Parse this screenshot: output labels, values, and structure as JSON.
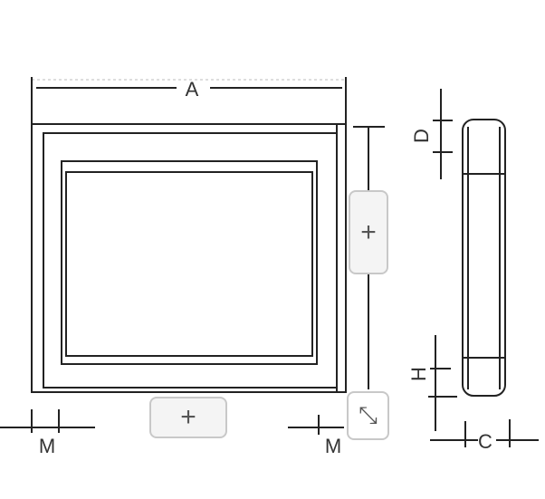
{
  "labels": {
    "a": "A",
    "d": "D",
    "h": "H",
    "c": "C",
    "m_left": "M",
    "m_right": "M"
  },
  "buttons": {
    "add_right": "+",
    "add_bottom": "+",
    "resize": "⤡"
  }
}
